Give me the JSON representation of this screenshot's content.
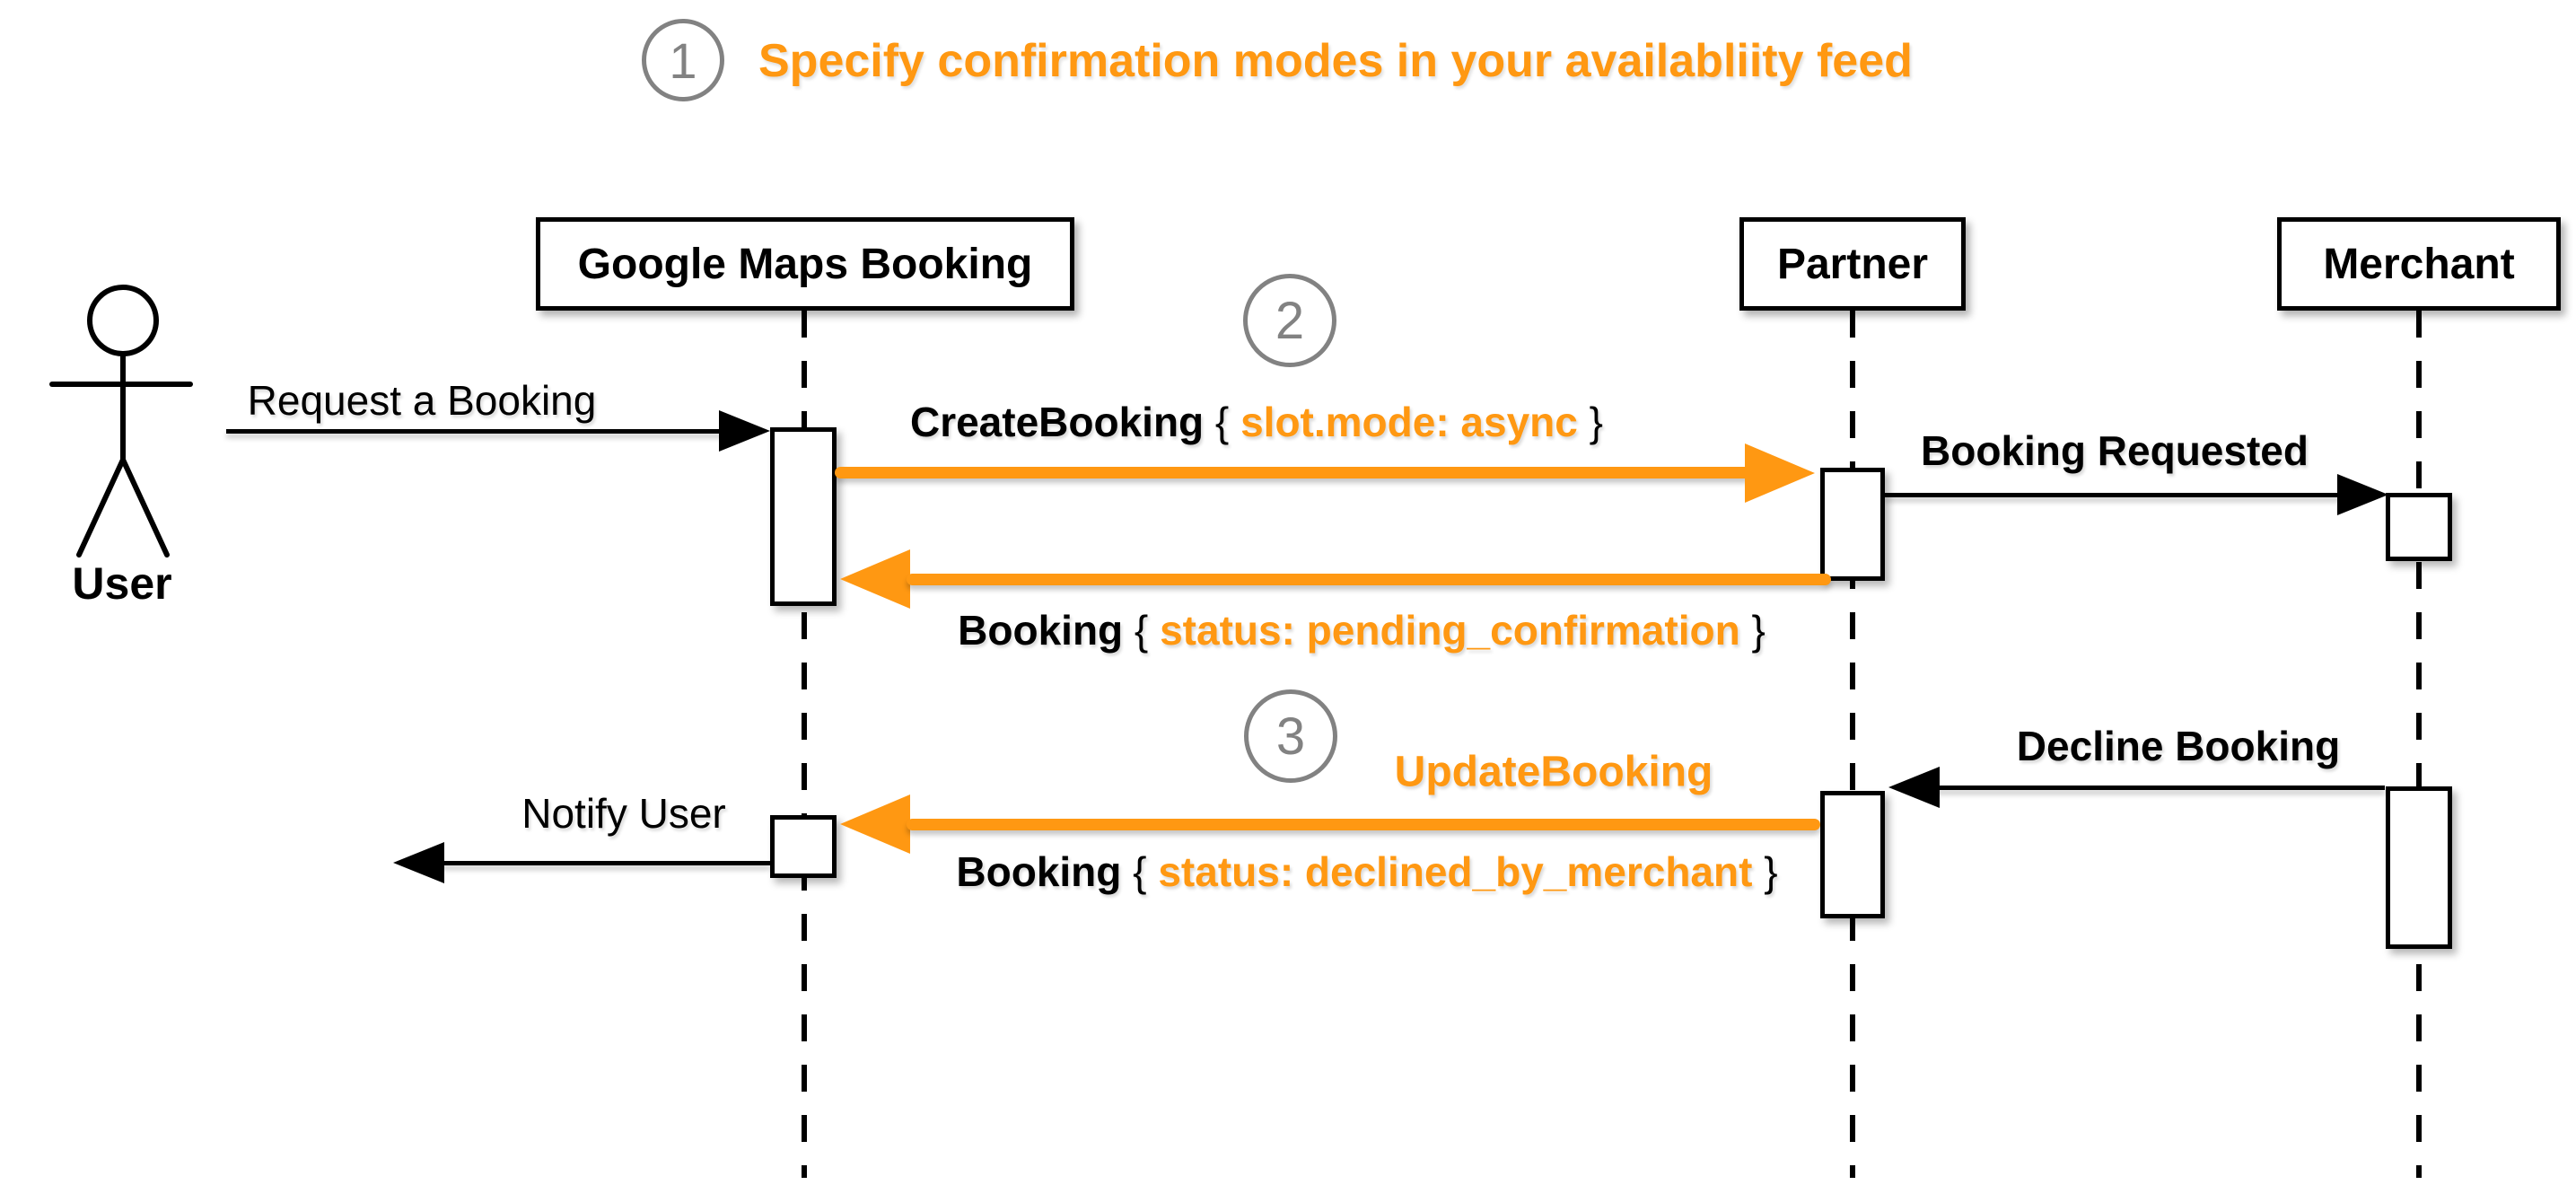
{
  "title": {
    "step": "1",
    "text": "Specify confirmation modes in your availabliity feed"
  },
  "steps": {
    "two": "2",
    "three": "3"
  },
  "actors": {
    "user": "User",
    "gmb": "Google Maps Booking",
    "partner": "Partner",
    "merchant": "Merchant"
  },
  "messages": {
    "request": "Request a Booking",
    "create_name": "CreateBooking",
    "create_open": "{",
    "create_params": "slot.mode: async",
    "create_close": "}",
    "booking_requested": "Booking Requested",
    "pending_name": "Booking",
    "pending_open": "{",
    "pending_params": "status: pending_confirmation",
    "pending_close": "}",
    "update": "UpdateBooking",
    "decline": "Decline Booking",
    "declined_name": "Booking",
    "declined_open": "{",
    "declined_params": "status: declined_by_merchant",
    "declined_close": "}",
    "notify": "Notify User"
  },
  "colors": {
    "accent": "#FF9812",
    "step_gray": "#828282",
    "line": "#000000",
    "background": "#FFFFFF"
  }
}
